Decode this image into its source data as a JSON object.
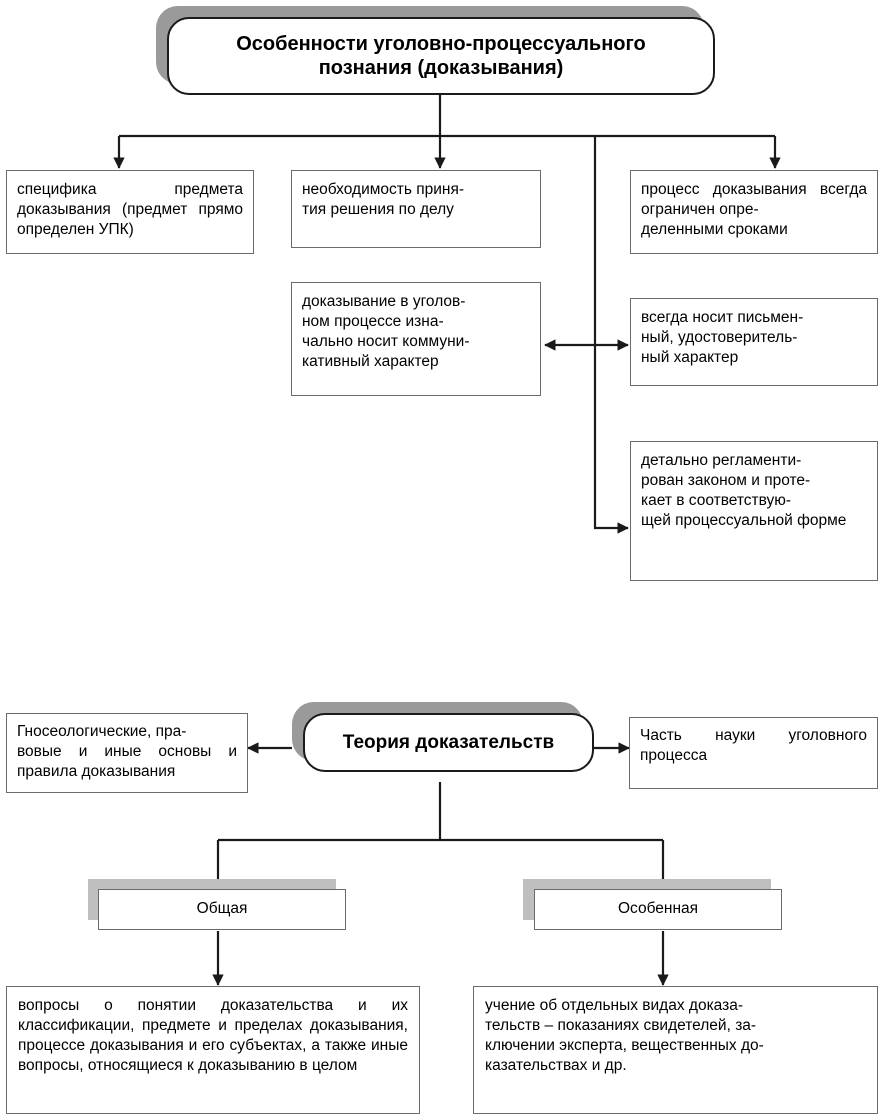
{
  "colors": {
    "box_border": "#6b6b6b",
    "capsule_border": "#1a1a1a",
    "capsule_shadow": "#9a9a9a",
    "rect_shadow": "#bfbfbf",
    "connector": "#1a1a1a",
    "background": "#ffffff"
  },
  "diagram_top": {
    "title": "Особенности уголовно-процессуального познания (доказывания)",
    "nodes": {
      "specificity": "специфика предмета доказывания (предмет прямо определен УПК)",
      "decision": "необходимость приня-\nтия решения по делу",
      "terms": "процесс доказывания всегда ограничен опре-\nделенными сроками",
      "communicative": "доказывание в уголов-\nном процессе изна-\nчально носит коммуни-\nкативный характер",
      "written": "всегда носит письмен-\nный, удостоверитель-\nный характер",
      "regulated": "детально регламенти-\nрован законом и проте-\nкает в соответствую-\nщей процессуальной форме"
    }
  },
  "diagram_bottom": {
    "title": "Теория доказательств",
    "nodes": {
      "foundations": "Гносеологические, пра-\nвовые и иные основы и правила доказывания",
      "part_of_science": "Часть науки уголовного процесса",
      "general_part": "Общая",
      "special_part": "Особенная",
      "general_content": "вопросы о понятии доказательства и их классификации, предмете и пределах доказывания, процессе доказывания и его субъектах, а также иные вопросы, относящиеся к доказыванию в целом",
      "special_content": "учение об отдельных видах доказа-\nтельств – показаниях свидетелей, за-\nключении эксперта, вещественных до-\nказательствах и др."
    }
  }
}
